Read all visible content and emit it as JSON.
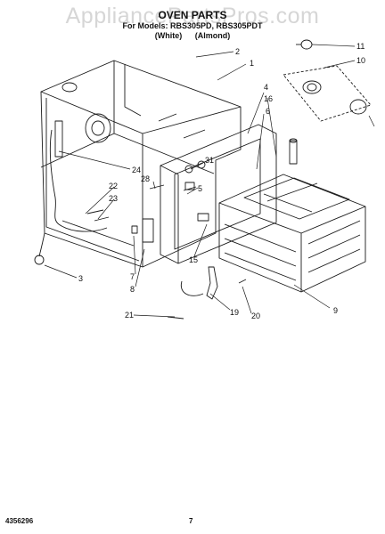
{
  "watermark": "AppliancePartsPros.com",
  "header": {
    "title": "OVEN PARTS",
    "models": "For Models: RBS305PD, RBS305PDT",
    "finish": [
      "(White)",
      "(Almond)"
    ]
  },
  "callouts": [
    "1",
    "2",
    "3",
    "4",
    "5",
    "6",
    "7",
    "8",
    "9",
    "10",
    "11",
    "15",
    "16",
    "19",
    "20",
    "21",
    "22",
    "23",
    "24",
    "28",
    "31"
  ],
  "footer": {
    "part_number": "4356296",
    "page": "7"
  }
}
